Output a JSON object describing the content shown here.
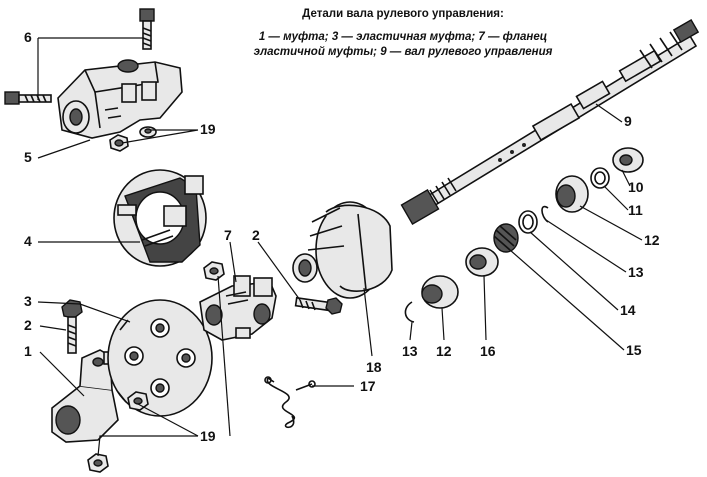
{
  "caption": {
    "title": "Детали вала рулевого управления:",
    "line1": "1 — муфта; 3 — эластичная муфта; 7 — фланец",
    "line2": "эластичной муфты; 9 — вал рулевого управления"
  },
  "callouts": {
    "c6": "6",
    "c5": "5",
    "c19a": "19",
    "c4": "4",
    "c7": "7",
    "c2a": "2",
    "c3": "3",
    "c2b": "2",
    "c1": "1",
    "c19b": "19",
    "c18": "18",
    "c17": "17",
    "c9": "9",
    "c10": "10",
    "c11": "11",
    "c12a": "12",
    "c13a": "13",
    "c14": "14",
    "c15": "15",
    "c16": "16",
    "c12b": "12",
    "c13b": "13"
  }
}
